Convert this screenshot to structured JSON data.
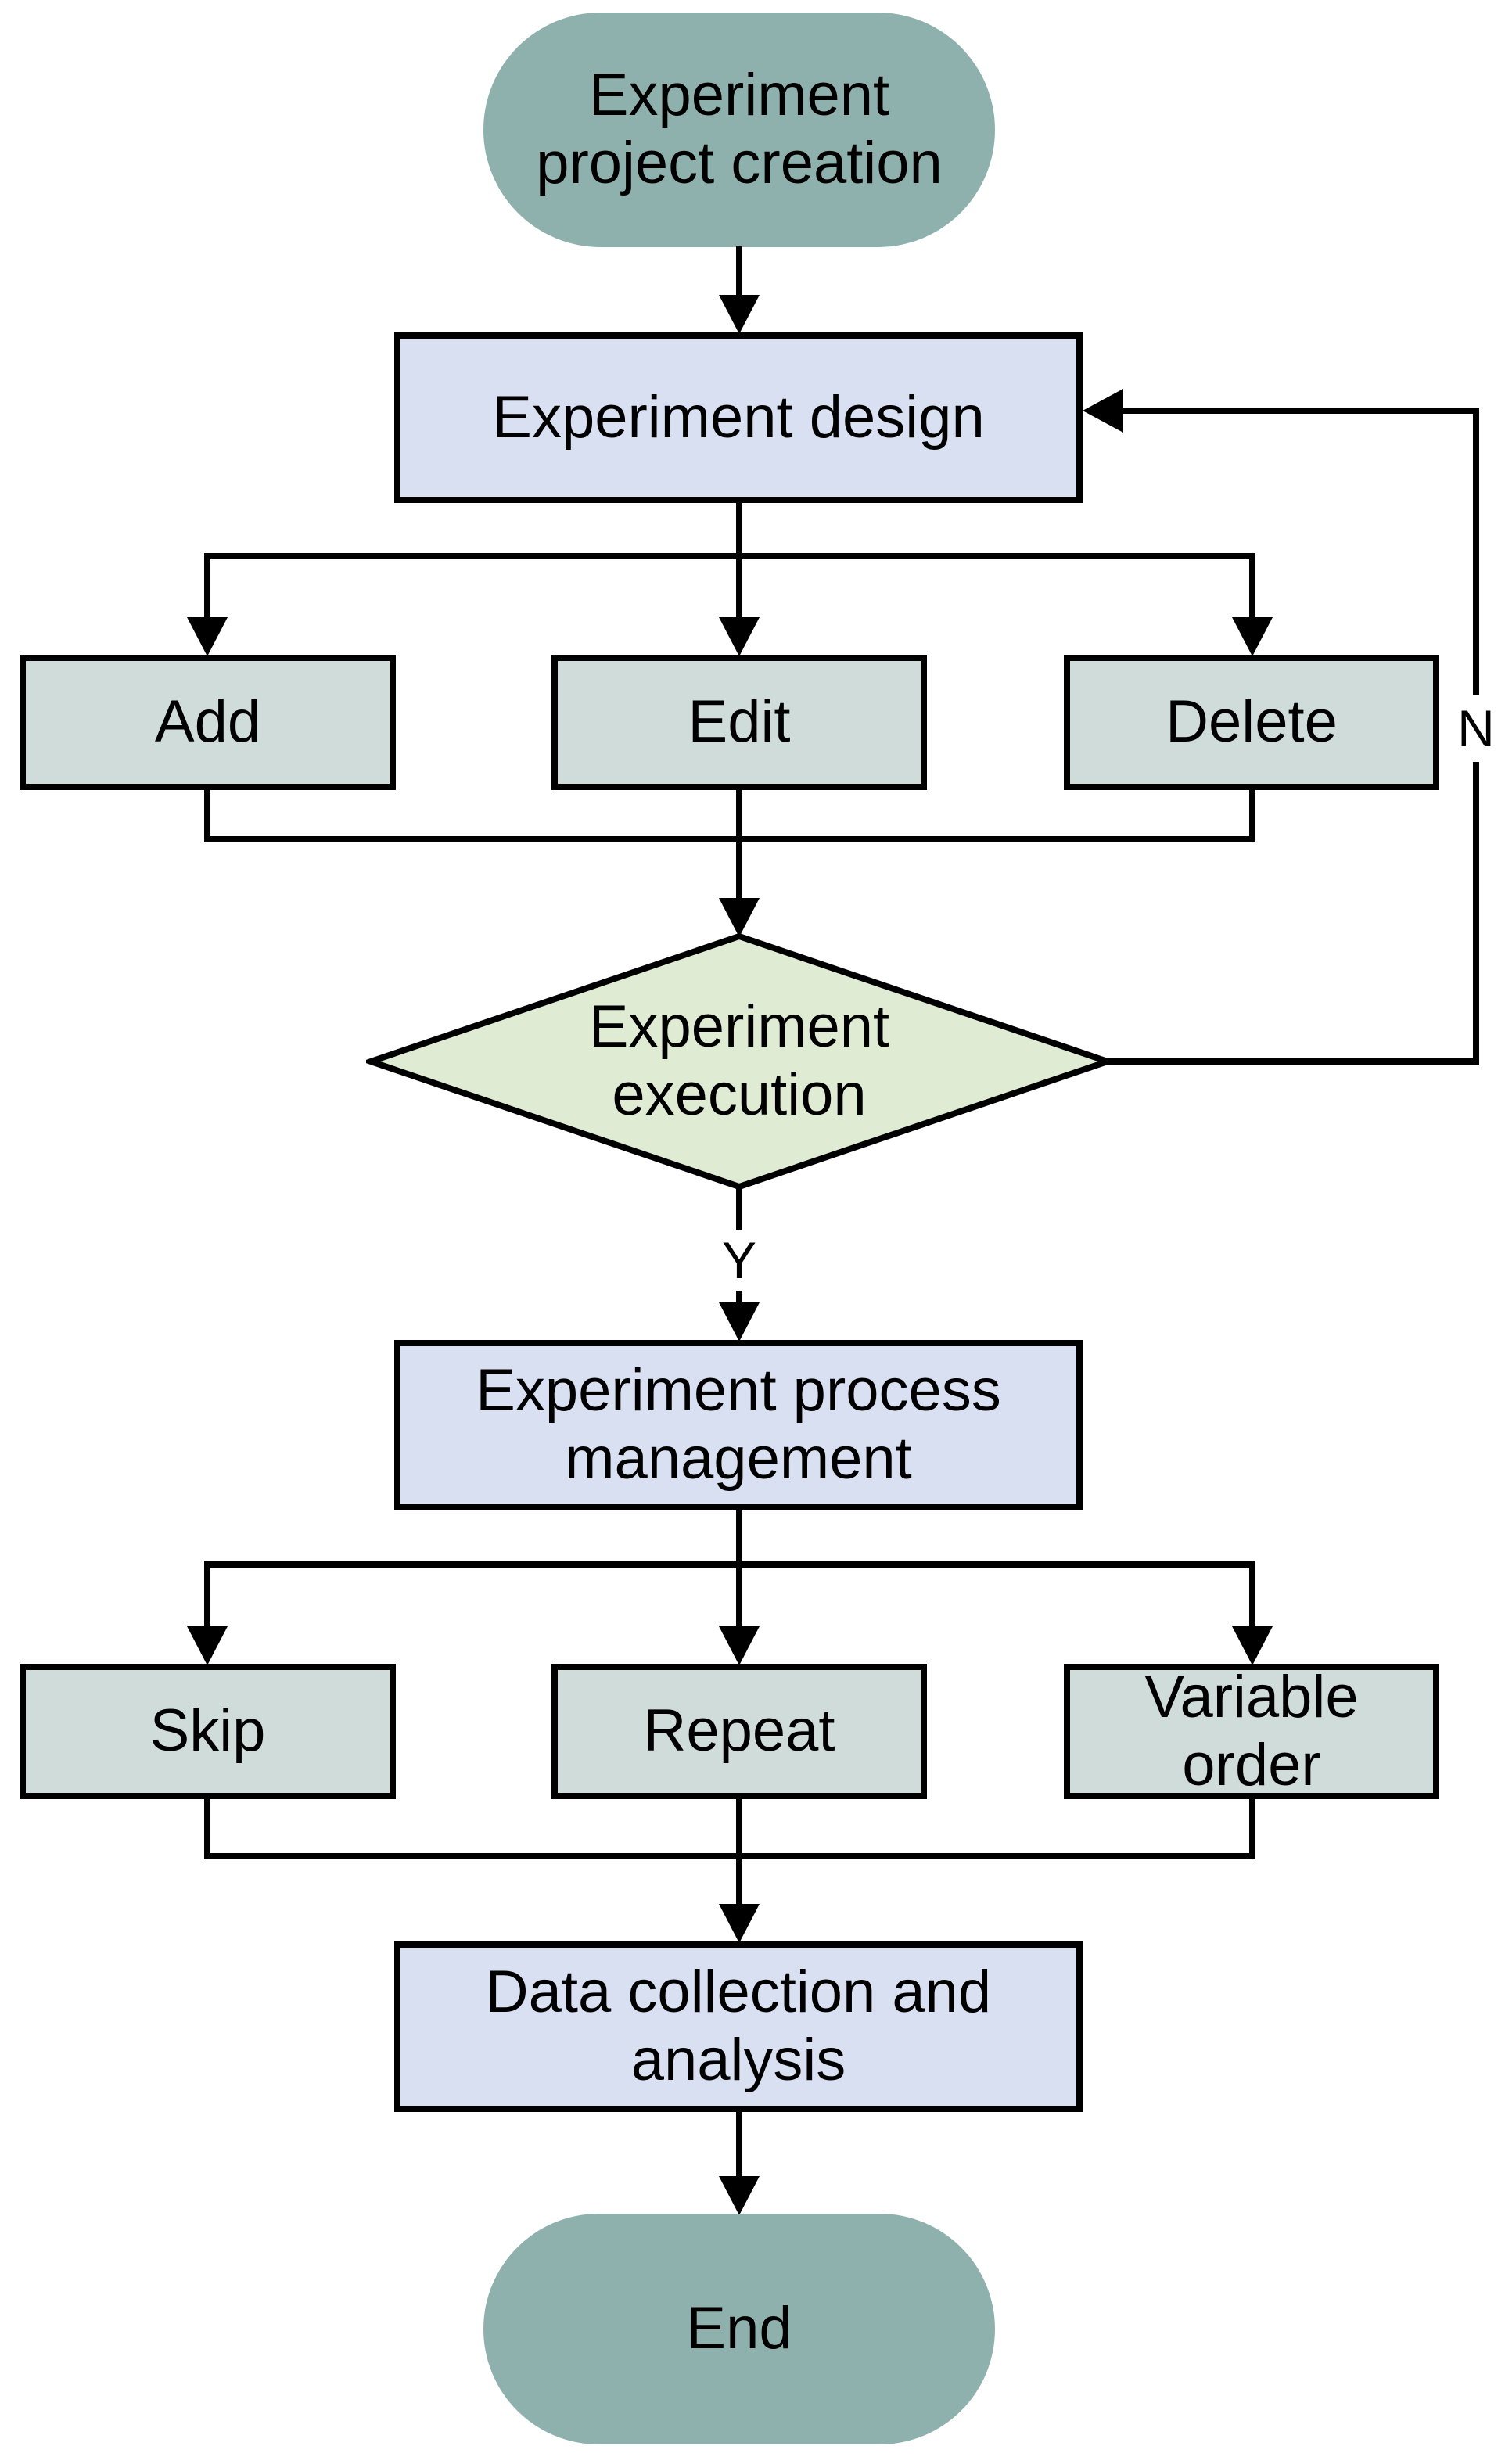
{
  "nodes": {
    "start": {
      "lines": [
        "Experiment",
        "project creation"
      ]
    },
    "design": {
      "lines": [
        "Experiment design"
      ]
    },
    "add": {
      "lines": [
        "Add"
      ]
    },
    "edit": {
      "lines": [
        "Edit"
      ]
    },
    "delete": {
      "lines": [
        "Delete"
      ]
    },
    "execution": {
      "lines": [
        "Experiment",
        "execution"
      ]
    },
    "process": {
      "lines": [
        "Experiment process",
        "management"
      ]
    },
    "skip": {
      "lines": [
        "Skip"
      ]
    },
    "repeat": {
      "lines": [
        "Repeat"
      ]
    },
    "variable_order": {
      "lines": [
        "Variable",
        "order"
      ]
    },
    "data_collection": {
      "lines": [
        "Data collection and",
        "analysis"
      ]
    },
    "end": {
      "lines": [
        "End"
      ]
    }
  },
  "branch_labels": {
    "yes": "Y",
    "no": "N"
  },
  "colors": {
    "terminator_fill": "#8FB1AE",
    "process_fill": "#D8E0F2",
    "sub_step_fill": "#D0DCDA",
    "decision_fill": "#DFEBD3",
    "line": "#000000",
    "background": "#FFFFFF"
  }
}
